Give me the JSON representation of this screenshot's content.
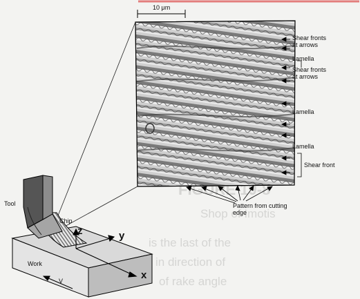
{
  "scale_bar": {
    "label": "10 μm"
  },
  "annotations": {
    "shear_fronts_top": [
      "Shear fronts",
      "at arrows"
    ],
    "lamella_1": "Lamella",
    "shear_fronts_mid": [
      "Shear fronts",
      "at arrows"
    ],
    "lamella_2": "Lamella",
    "lamella_3": "Lamella",
    "shear_front": "Shear front",
    "pattern_cutting_edge": [
      "Pattern from cutting",
      "edge"
    ]
  },
  "tool_labels": {
    "tool": "Tool",
    "chip": "Chip",
    "work": "Work",
    "velocity": "V"
  },
  "axes": {
    "x": "x",
    "y": "y",
    "z": "z"
  },
  "colors": {
    "background": "#f3f3f1",
    "ink": "#111111",
    "photo_dark": "#6f6f6f",
    "photo_light": "#e6e6e6",
    "red_bleed": "#d62020"
  }
}
